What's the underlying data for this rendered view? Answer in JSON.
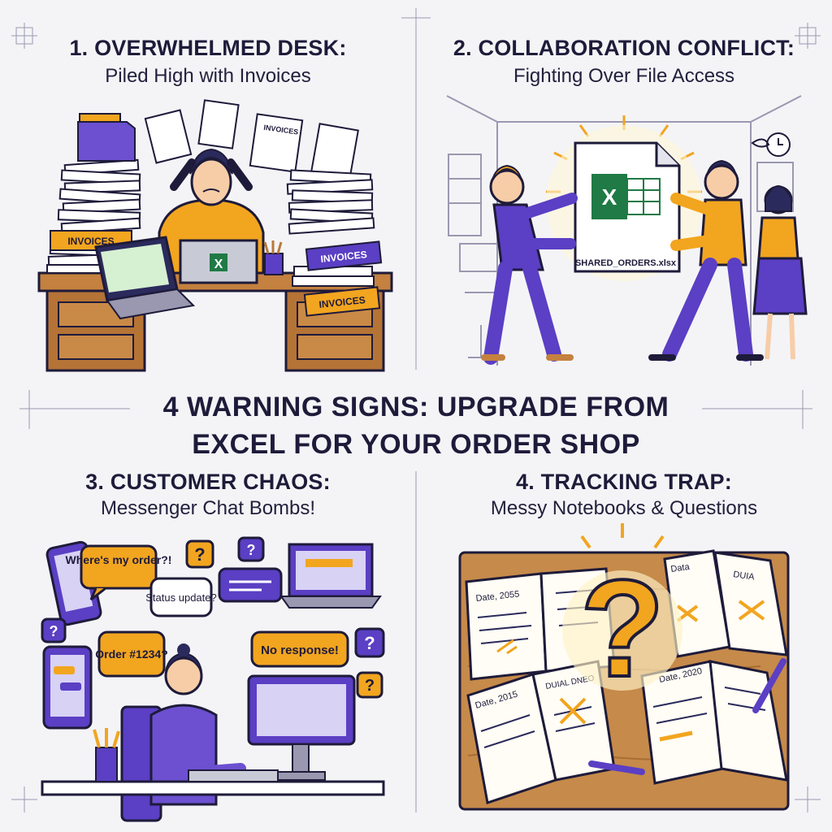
{
  "headline": {
    "line1": "4 WARNING SIGNS: UPGRADE FROM",
    "line2": "EXCEL FOR YOUR ORDER SHOP"
  },
  "panels": [
    {
      "title": "1. OVERWHELMED DESK:",
      "subtitle": "Piled High with Invoices",
      "labels": {
        "invoices_folder_left": "INVOICES",
        "invoices_folder_right_top": "INVOICES",
        "invoices_folder_right_bottom": "INVOICES",
        "invoices_page": "INVOICES",
        "excel_letter": "X"
      }
    },
    {
      "title": "2. COLLABORATION CONFLICT:",
      "subtitle": "Fighting Over File Access",
      "labels": {
        "file_name": "SHARED_ORDERS.xlsx",
        "excel_letter": "X"
      }
    },
    {
      "title": "3. CUSTOMER CHAOS:",
      "subtitle": "Messenger Chat Bombs!",
      "bubbles": {
        "where": "Where's my order?!",
        "status": "Status update?",
        "order": "Order #1234?",
        "no_response": "No response!",
        "q": "?"
      }
    },
    {
      "title": "4. TRACKING TRAP:",
      "subtitle": "Messy Notebooks & Questions",
      "labels": {
        "big_question": "?",
        "note_a": "Date, 2055",
        "note_b": "DUIA",
        "note_c": "Date, 2015",
        "note_d": "DUIAL DNEO",
        "note_e": "Date, 2020",
        "note_f": "Data"
      }
    }
  ],
  "colors": {
    "accent_orange": "#f2a51f",
    "accent_purple": "#5b3fc4",
    "ink": "#1e1b3a",
    "excel_green": "#1f7a45",
    "wood": "#b9793a",
    "background": "#f4f4f7"
  }
}
